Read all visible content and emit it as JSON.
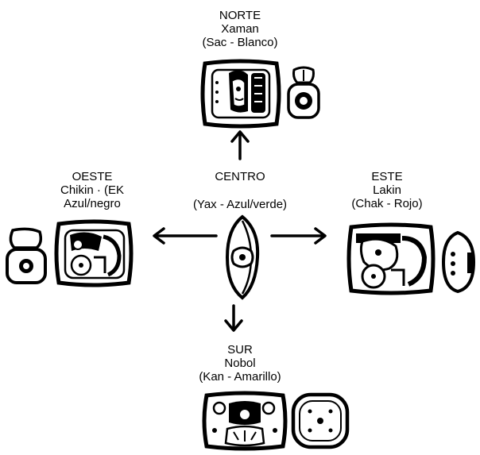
{
  "norte": {
    "title": "NORTE",
    "name": "Xaman",
    "meaning": "(Sac - Blanco)"
  },
  "oeste": {
    "title": "OESTE",
    "name": "Chikin · (EK",
    "meaning": "Azul/negro"
  },
  "centro": {
    "title": "CENTRO",
    "meaning": "(Yax - Azul/verde)"
  },
  "este": {
    "title": "ESTE",
    "name": "Lakin",
    "meaning": "(Chak - Rojo)"
  },
  "sur": {
    "title": "SUR",
    "name": "Nobol",
    "meaning": "(Kan - Amarillo)"
  },
  "icons": {
    "north": "north-day-glyph-icon",
    "west": "west-day-glyph-icon",
    "center": "center-glyph-icon",
    "east": "east-day-glyph-icon",
    "south": "south-day-glyph-icon"
  }
}
